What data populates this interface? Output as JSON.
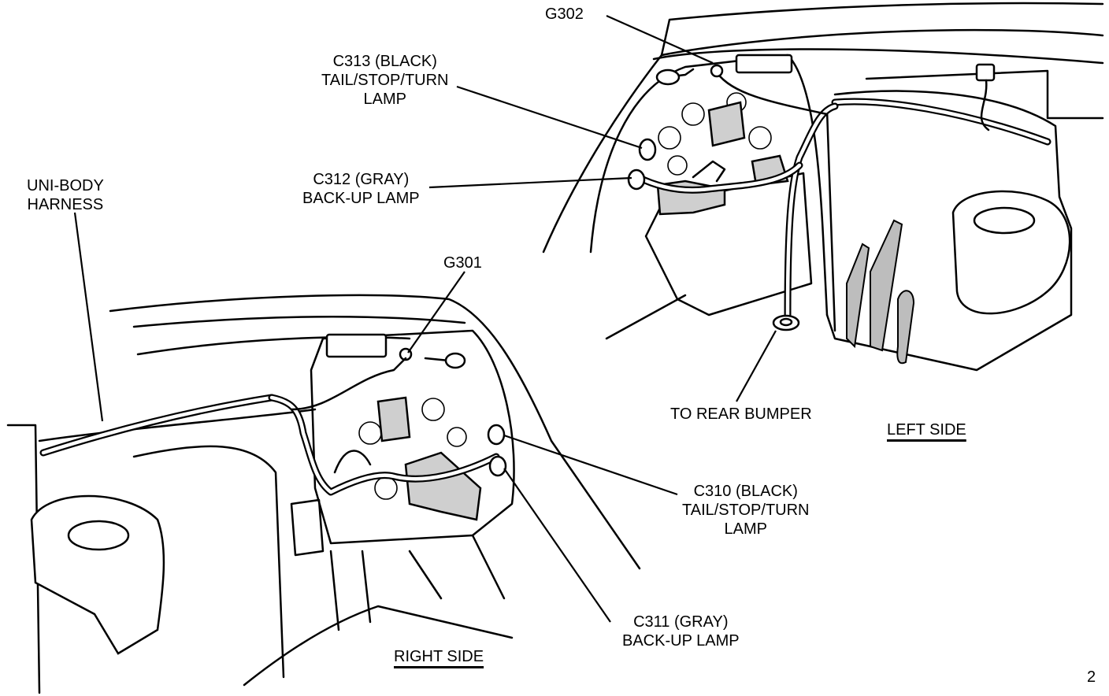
{
  "diagram": {
    "labels": {
      "g302": "G302",
      "c313": [
        "C313 (BLACK)",
        "TAIL/STOP/TURN",
        "LAMP"
      ],
      "c312": [
        "C312 (GRAY)",
        "BACK-UP LAMP"
      ],
      "unibody": [
        "UNI-BODY",
        "HARNESS"
      ],
      "g301": "G301",
      "to_rear_bumper": "TO REAR BUMPER",
      "left_side": "LEFT SIDE",
      "c310": [
        "C310 (BLACK)",
        "TAIL/STOP/TURN",
        "LAMP"
      ],
      "c311": [
        "C311 (GRAY)",
        "BACK-UP LAMP"
      ],
      "right_side": "RIGHT SIDE",
      "corner_mark": "2"
    }
  }
}
